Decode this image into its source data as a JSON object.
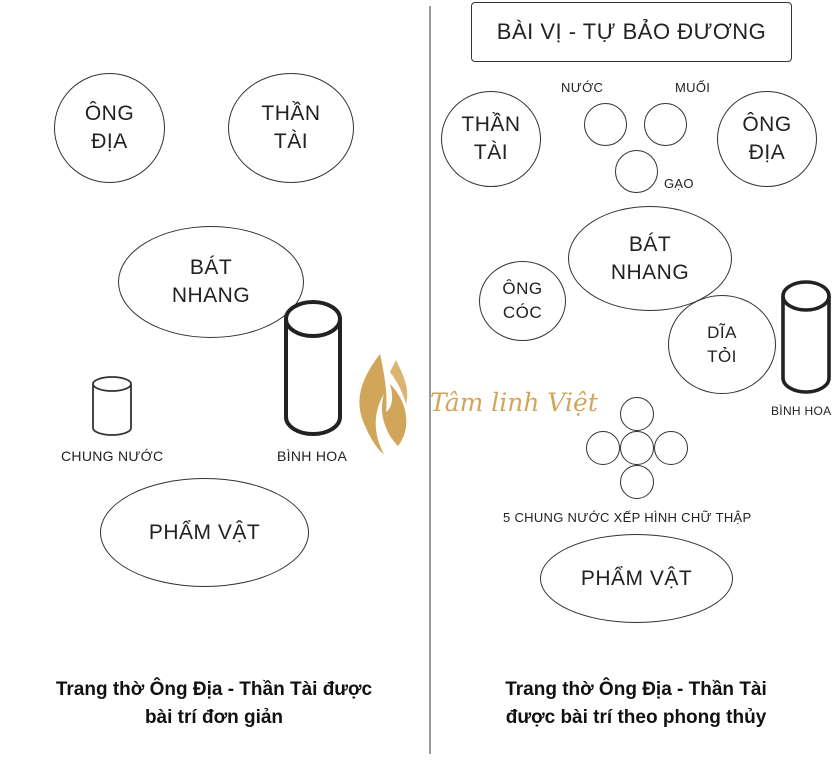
{
  "left": {
    "ong_dia": [
      "ÔNG",
      "ĐỊA"
    ],
    "than_tai": [
      "THẦN",
      "TÀI"
    ],
    "bat_nhang": [
      "BÁT",
      "NHANG"
    ],
    "chung_nuoc": "CHUNG NƯỚC",
    "binh_hoa": "BÌNH HOA",
    "pham_vat": "PHẨM VẬT",
    "caption": [
      "Trang thờ Ông Địa - Thần Tài được",
      "bài trí đơn giản"
    ]
  },
  "right": {
    "title": "BÀI VỊ - TỰ BẢO ĐƯƠNG",
    "than_tai": [
      "THẦN",
      "TÀI"
    ],
    "ong_dia": [
      "ÔNG",
      "ĐỊA"
    ],
    "nuoc": "NƯỚC",
    "muoi": "MUỐI",
    "gao": "GẠO",
    "bat_nhang": [
      "BÁT",
      "NHANG"
    ],
    "ong_coc": [
      "ÔNG",
      "CÓC"
    ],
    "dia_toi": [
      "DĨA",
      "TỎI"
    ],
    "binh_hoa": "BÌNH HOA",
    "chung_nuoc_5": "5 CHUNG NƯỚC XẾP HÌNH CHỮ THẬP",
    "pham_vat": "PHẨM VẬT",
    "caption": [
      "Trang thờ Ông Địa - Thần Tài",
      "được bài trí theo phong thủy"
    ]
  },
  "watermark": {
    "text": "Tâm linh Việt",
    "color": "#c9973f"
  }
}
